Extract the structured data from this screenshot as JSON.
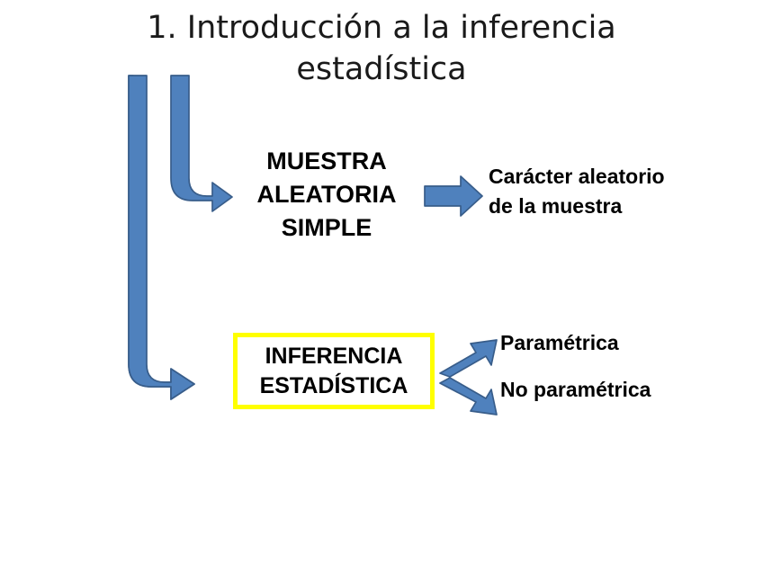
{
  "slide": {
    "title": "1. Introducción a la inferencia\nestadística",
    "background_color": "#FFFFFF"
  },
  "theme": {
    "arrow_fill": "#4F81BD",
    "arrow_stroke": "#385D8A",
    "highlight_border": "#FFFF00",
    "text_color": "#000000",
    "title_color": "#1A1A1A"
  },
  "diagram": {
    "nodes": {
      "muestra_aleatoria_simple": {
        "label": "MUESTRA\nALEATORIA\nSIMPLE"
      },
      "caracter_aleatorio": {
        "label": "Carácter aleatorio\nde la muestra"
      },
      "inferencia_estadistica": {
        "label": "INFERENCIA\nESTADÍSTICA",
        "border_color": "#FFFF00"
      },
      "parametrica": {
        "label": "Paramétrica"
      },
      "no_parametrica": {
        "label": "No paramétrica"
      }
    },
    "connectors": [
      {
        "name": "elbow-arrow-to-muestra",
        "shape": "elbow-down-right"
      },
      {
        "name": "elbow-arrow-to-inferencia",
        "shape": "elbow-down-right"
      },
      {
        "name": "straight-arrow-muestra-to-caracter",
        "shape": "right"
      },
      {
        "name": "diagonal-arrow-to-parametrica",
        "shape": "up-right"
      },
      {
        "name": "diagonal-arrow-to-no-parametrica",
        "shape": "down-right"
      }
    ]
  }
}
